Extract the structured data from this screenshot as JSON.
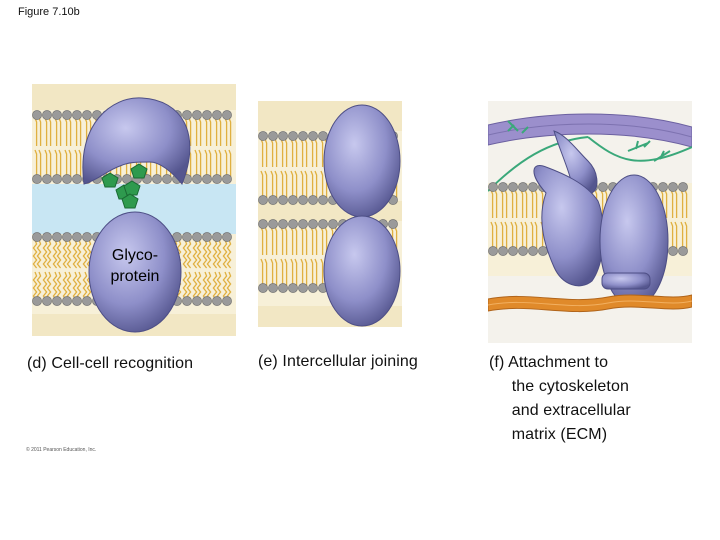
{
  "figure_label": "Figure 7.10b",
  "copyright": "© 2011 Pearson Education, Inc.",
  "panels": {
    "d": {
      "caption": "(d) Cell-cell recognition",
      "protein_label": "Glyco-\nprotein"
    },
    "e": {
      "caption": "(e) Intercellular joining"
    },
    "f": {
      "caption": "(f) Attachment to\n     the cytoskeleton\n     and extracellular\n     matrix (ECM)"
    }
  },
  "colors": {
    "extracellular_bg": "#c8e6f3",
    "lipid_head": "#9a9a9a",
    "lipid_tail": "#e0b040",
    "protein": "#8e8fc9",
    "protein_dark": "#5e5f9e",
    "carbohydrate": "#2e9a4e",
    "cytoskeleton": "#9b8fcc",
    "ecm_fiber": "#e08a2a",
    "ecm_thread": "#3aa87a"
  }
}
